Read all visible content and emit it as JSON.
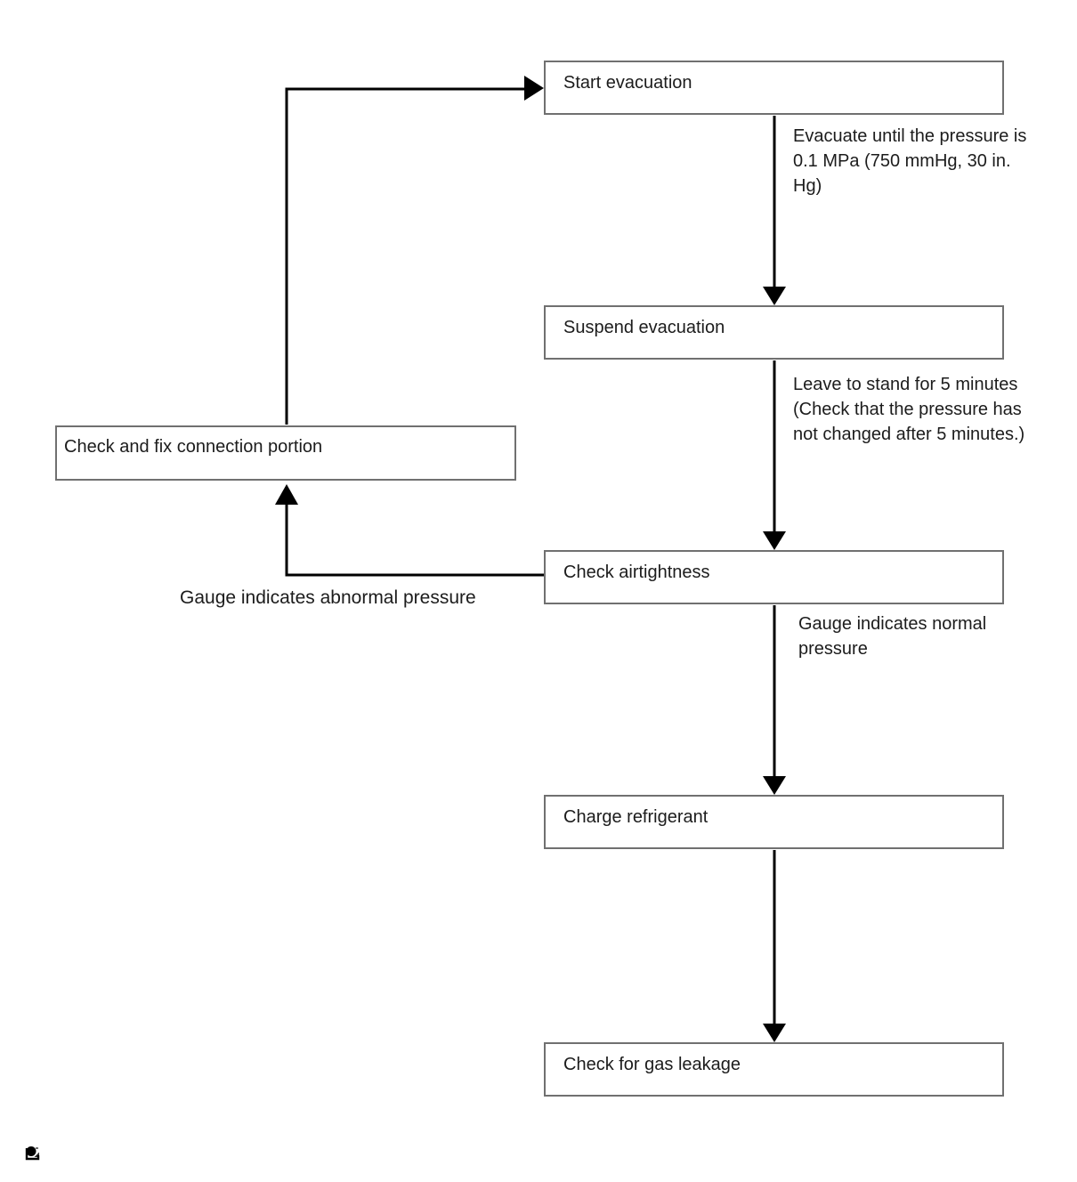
{
  "diagram": {
    "type": "flowchart",
    "subject": "Refrigerant evacuation and charging procedure",
    "colors": {
      "line": "#000000",
      "box_border": "#707070",
      "box_fill": "#ffffff",
      "text": "#1c1c1c",
      "background": "#ffffff"
    },
    "boxes": {
      "start_evacuation": {
        "label": "Start evacuation"
      },
      "suspend_evacuation": {
        "label": "Suspend evacuation"
      },
      "check_airtightness": {
        "label": "Check airtightness"
      },
      "charge_refrigerant": {
        "label": "Charge refrigerant"
      },
      "check_gas_leakage": {
        "label": "Check for gas leakage"
      },
      "check_fix_connection": {
        "label": "Check and fix connection portion"
      }
    },
    "annotations": {
      "evacuate_note": {
        "lines": [
          "Evacuate until the pressure is",
          "0.1 MPa (750 mmHg, 30 in.",
          "Hg)"
        ]
      },
      "stand_note": {
        "lines": [
          "Leave to stand for 5 minutes",
          "(Check that the pressure has",
          "not changed after 5 minutes.)"
        ]
      },
      "normal_note": {
        "lines": [
          "Gauge indicates normal",
          "pressure"
        ]
      },
      "abnormal_note": {
        "lines": [
          "Gauge indicates abnormal pressure"
        ]
      }
    },
    "icon": {
      "name": "image-placeholder-icon"
    }
  }
}
